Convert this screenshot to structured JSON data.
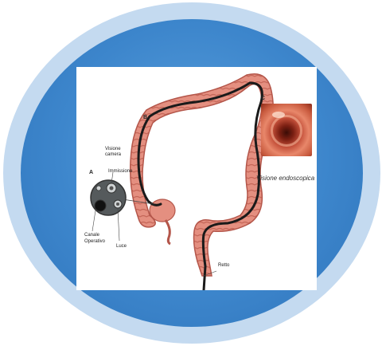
{
  "labels": {
    "panel_a": "A",
    "panel_b": "B",
    "panel_c": "C",
    "visione_camera": "Visione camera",
    "immissione": "Immissione",
    "canale_operativo": "Canale Operativo",
    "luce": "Luce",
    "retto": "Retto",
    "visione_endoscopica": "Visione endoscopica"
  },
  "colors": {
    "outer_ring": "#c4daf0",
    "inner_disc": "#3d86cc",
    "colon": "#e0897a",
    "colon_edge": "#b4564a",
    "endoscope": "#1a1a1a"
  },
  "icons": {
    "endoscope_tip": "endoscope-tip-icon",
    "colon": "colon-illustration",
    "endoscopic_view": "endoscopic-view-image"
  }
}
